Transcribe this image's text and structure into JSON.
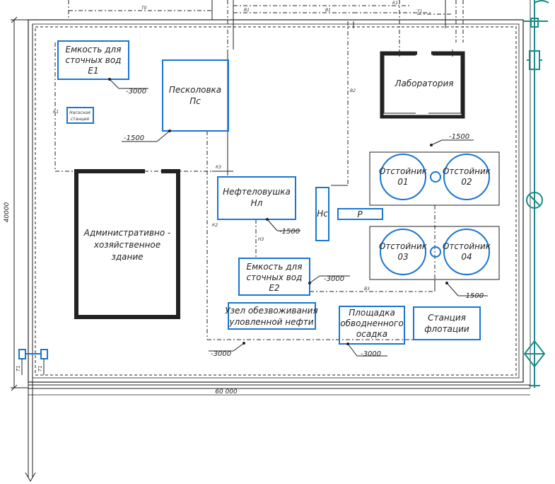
{
  "labels": {
    "tank_e1_line1": "Емкость для",
    "tank_e1_line2": "сточных вод",
    "tank_e1_line3": "Е1",
    "tank_e1_elev": "-3000",
    "pump_station_line1": "Насосная",
    "pump_station_line2": "станция",
    "sand_trap_line1": "Песколовка",
    "sand_trap_line2": "Пс",
    "sand_trap_elev": "-1500",
    "lab": "Лаборатория",
    "settler_group_top_elev": "-1500",
    "settler_01_line1": "Отстойник",
    "settler_01_line2": "01",
    "settler_02_line1": "Отстойник",
    "settler_02_line2": "02",
    "settler_03_line1": "Отстойник",
    "settler_03_line2": "03",
    "settler_04_line1": "Отстойник",
    "settler_04_line2": "04",
    "settler_group_bottom_elev": "-1500",
    "oil_trap_line1": "Нефтеловушка",
    "oil_trap_line2": "Нл",
    "oil_trap_elev": "-1500",
    "pump_nc": "Нс",
    "tank_p": "Р",
    "admin_line1": "Административно -",
    "admin_line2": "хозяйственное",
    "admin_line3": "здание",
    "tank_e2_line1": "Емкость для",
    "tank_e2_line2": "сточных вод",
    "tank_e2_line3": "Е2",
    "tank_e2_elev": "-3000",
    "dewater_line1": "Узел обезвоживания",
    "dewater_line2": "уловленной нефти",
    "dewater_elev": "-3000",
    "sludge_line1": "Площадка",
    "sludge_line2": "обводненного",
    "sludge_line3": "осадка",
    "sludge_elev": "-3000",
    "flotation_line1": "Станция",
    "flotation_line2": "флотации",
    "dim_vertical": "40000",
    "dim_horizontal": "60 000"
  },
  "colors": {
    "object_outline": "#1976d2",
    "pipeline_teal": "#1a8a8a",
    "drawing_lines": "#222222"
  },
  "icons": {
    "pipeline_equipment": [
      "valve-rect-icon",
      "flow-circle-icon",
      "filter-diamond-icon"
    ]
  }
}
